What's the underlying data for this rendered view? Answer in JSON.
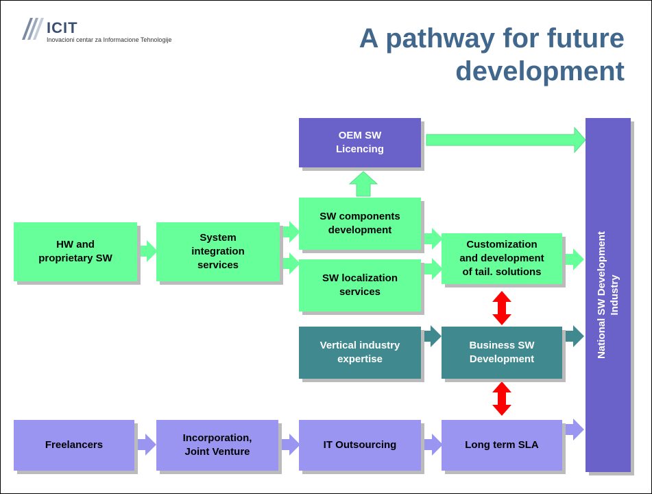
{
  "logo": {
    "name": "ICIT",
    "subtitle": "Inovacioni centar za Informacione Tehnologije"
  },
  "title": {
    "line1": "A pathway for future",
    "line2": "development"
  },
  "boxes": {
    "oem": {
      "line1": "OEM SW",
      "line2": "Licencing"
    },
    "hw": {
      "line1": "HW and",
      "line2": "proprietary SW"
    },
    "sysint": {
      "line1": "System",
      "line2": "integration",
      "line3": "services"
    },
    "swcomp": {
      "line1": "SW components",
      "line2": "development"
    },
    "swloc": {
      "line1": "SW localization",
      "line2": "services"
    },
    "custom": {
      "line1": "Customization",
      "line2": "and development",
      "line3": "of tail. solutions"
    },
    "vertical": {
      "line1": "Vertical industry",
      "line2": "expertise"
    },
    "business": {
      "line1": "Business SW",
      "line2": "Development"
    },
    "freelancers": {
      "line1": "Freelancers"
    },
    "incorporation": {
      "line1": "Incorporation,",
      "line2": "Joint Venture"
    },
    "outsourcing": {
      "line1": "IT Outsourcing"
    },
    "sla": {
      "line1": "Long term SLA"
    },
    "national": {
      "line1": "National SW Development",
      "line2": "Industry"
    }
  },
  "colors": {
    "green": "#66ff99",
    "teal": "#408a8f",
    "purple": "#6a62c9",
    "lavender": "#9a95f0",
    "title": "#41678d",
    "double_arrow": "#ff0000"
  }
}
